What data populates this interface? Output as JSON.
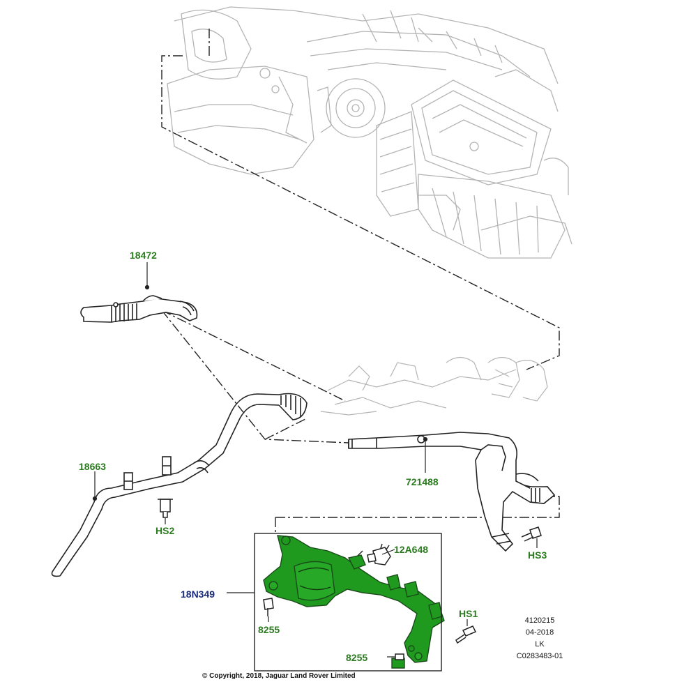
{
  "colors": {
    "highlight": "#1f9a1f",
    "label_green": "#2a7a1e",
    "label_blue": "#1a2a7a",
    "line": "#222222",
    "faded": "#b4b4b4"
  },
  "parts": {
    "p18472": "18472",
    "p18663": "18663",
    "p721488": "721488",
    "pHS2": "HS2",
    "pHS3": "HS3",
    "p12A648": "12A648",
    "p18N349": "18N349",
    "p8255a": "8255",
    "p8255b": "8255",
    "pHS1": "HS1"
  },
  "reference": {
    "line1": "4120215",
    "line2": "04-2018",
    "line3": "LK",
    "line4": "C0283483-01"
  },
  "copyright": "© Copyright, 2018, Jaguar Land Rover Limited"
}
